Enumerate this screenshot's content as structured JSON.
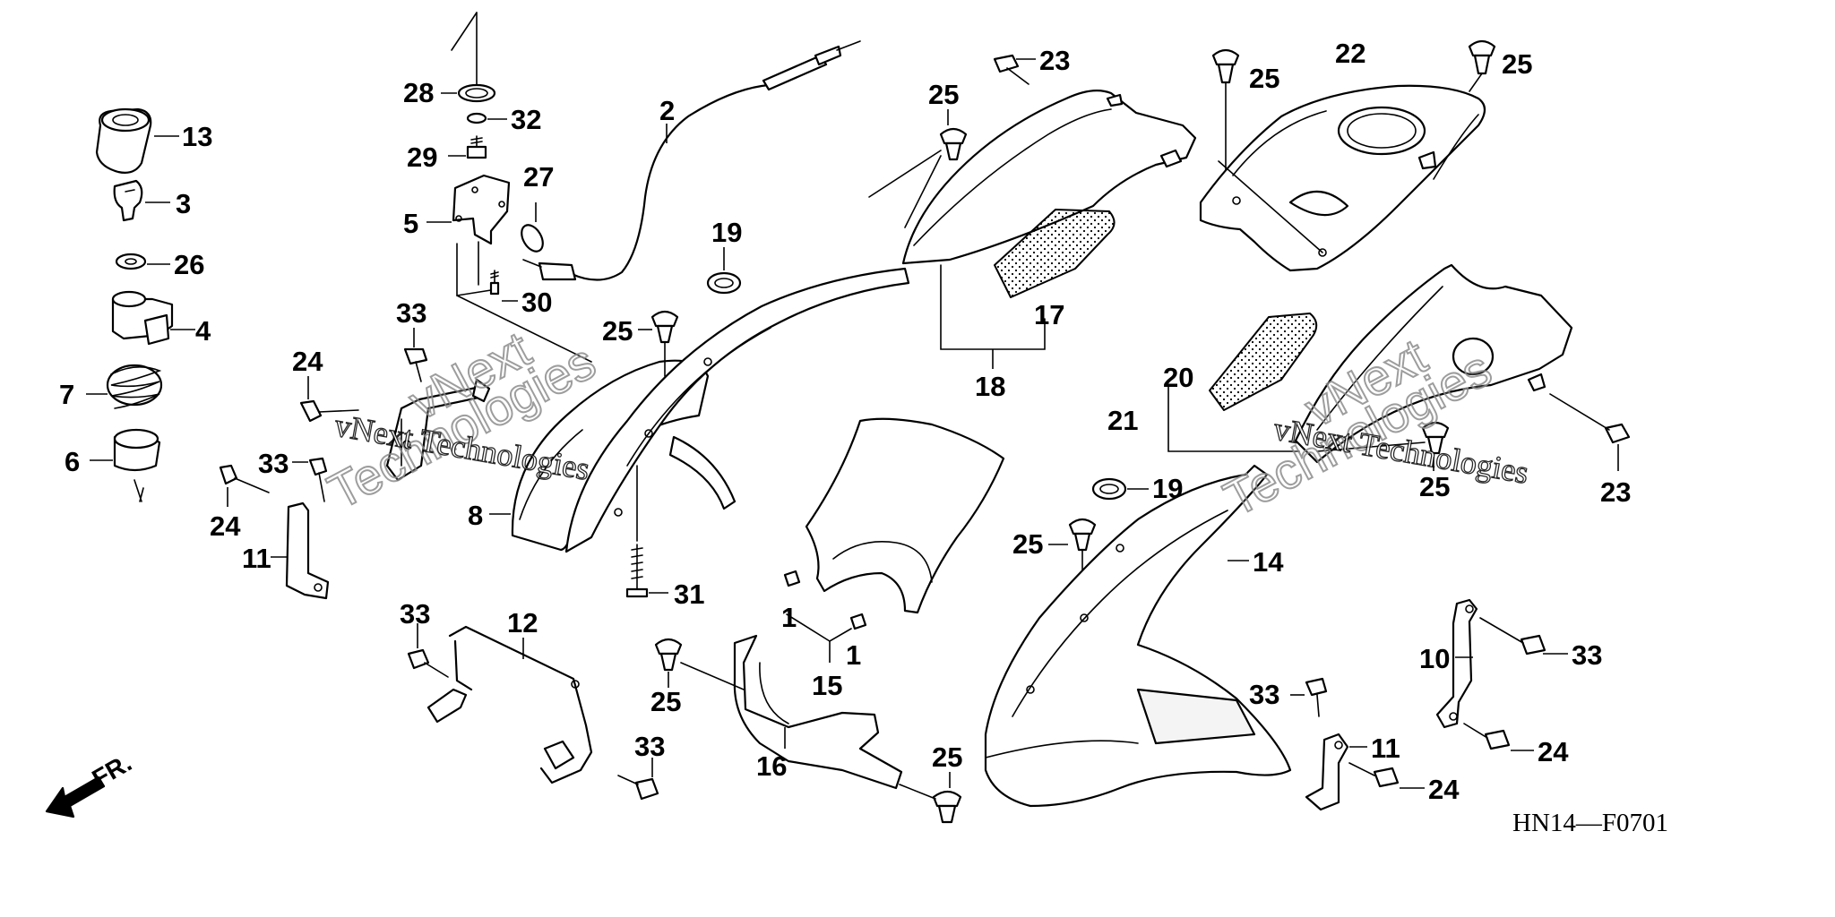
{
  "diagram": {
    "code": "HN14—F0701",
    "direction": "FR.",
    "watermark_1": "vNext Technologies",
    "watermark_2": "vNext",
    "watermark_3": "Technologies"
  },
  "callouts": {
    "c1a": "1",
    "c1b": "1",
    "c2": "2",
    "c3": "3",
    "c4": "4",
    "c5": "5",
    "c6": "6",
    "c7": "7",
    "c8": "8",
    "c10": "10",
    "c11a": "11",
    "c11b": "11",
    "c12": "12",
    "c13": "13",
    "c14": "14",
    "c15": "15",
    "c16": "16",
    "c17": "17",
    "c18": "18",
    "c19a": "19",
    "c19b": "19",
    "c20": "20",
    "c21": "21",
    "c22": "22",
    "c23a": "23",
    "c23b": "23",
    "c24a": "24",
    "c24b": "24",
    "c24c": "24",
    "c24d": "24",
    "c25a": "25",
    "c25b": "25",
    "c25c": "25",
    "c25d": "25",
    "c25e": "25",
    "c25f": "25",
    "c25g": "25",
    "c25h": "25",
    "c26": "26",
    "c27": "27",
    "c28": "28",
    "c29": "29",
    "c30": "30",
    "c31": "31",
    "c32": "32",
    "c33a": "33",
    "c33b": "33",
    "c33c": "33",
    "c33d": "33",
    "c33e": "33",
    "c33f": "33"
  }
}
